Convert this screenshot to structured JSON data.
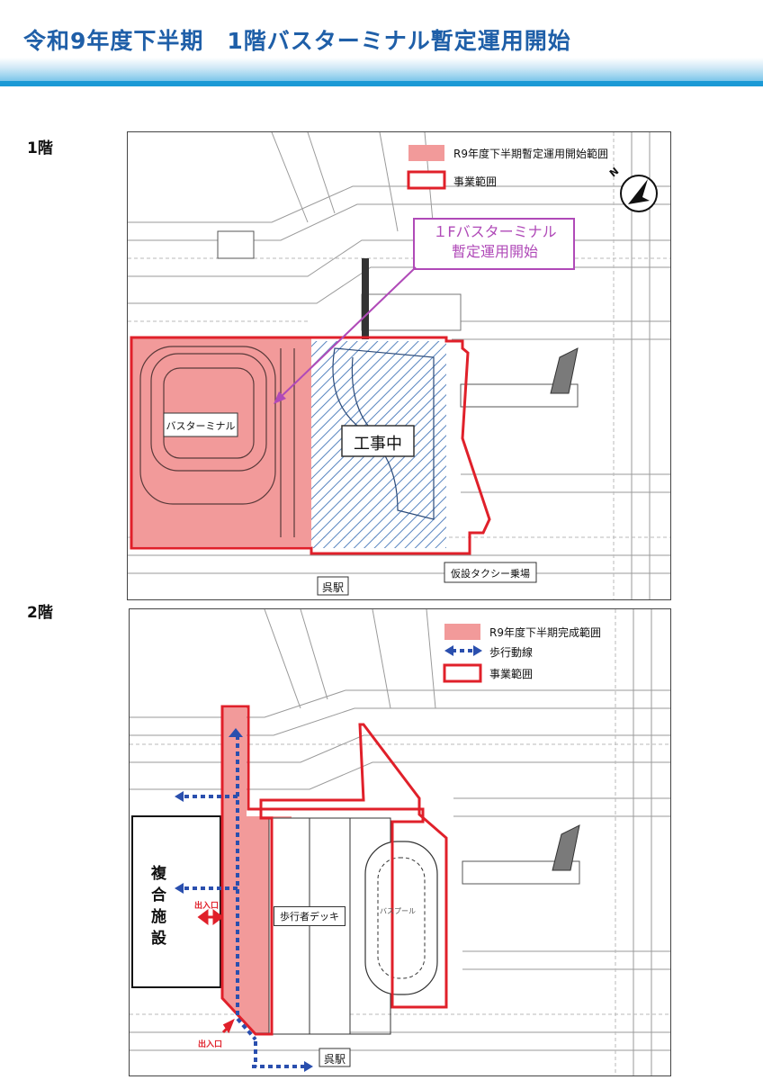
{
  "page": {
    "title": "令和9年度下半期　1階バスターミナル暫定運用開始"
  },
  "floor1": {
    "label": "1階",
    "legend": {
      "pink_label": "R9年度下半期暫定運用開始範囲",
      "red_label": "事業範囲"
    },
    "callout": {
      "line1": "１Fバスターミナル",
      "line2": "暫定運用開始"
    },
    "bus_terminal_label": "バスターミナル",
    "construction_label": "工事中",
    "station_label": "呉駅",
    "taxi_label": "仮設タクシー乗場",
    "north_symbol": "N",
    "colors": {
      "pink": "#f29a9a",
      "red": "#e0202a",
      "purple": "#b04ab8",
      "hatch": "#3a6fb5"
    }
  },
  "floor2": {
    "label": "2階",
    "legend": {
      "pink_label": "R9年度下半期完成範囲",
      "walk_label": "歩行動線",
      "red_label": "事業範囲"
    },
    "complex_label": [
      "複",
      "合",
      "施",
      "設"
    ],
    "entrance_label": "出入口",
    "entrance_label_bottom": "出入口",
    "deck_label": "歩行者デッキ",
    "station_label": "呉駅",
    "bus_pool_label": "バスプール",
    "colors": {
      "pink": "#f29a9a",
      "red": "#e0202a",
      "blue": "#2a4fae"
    }
  }
}
